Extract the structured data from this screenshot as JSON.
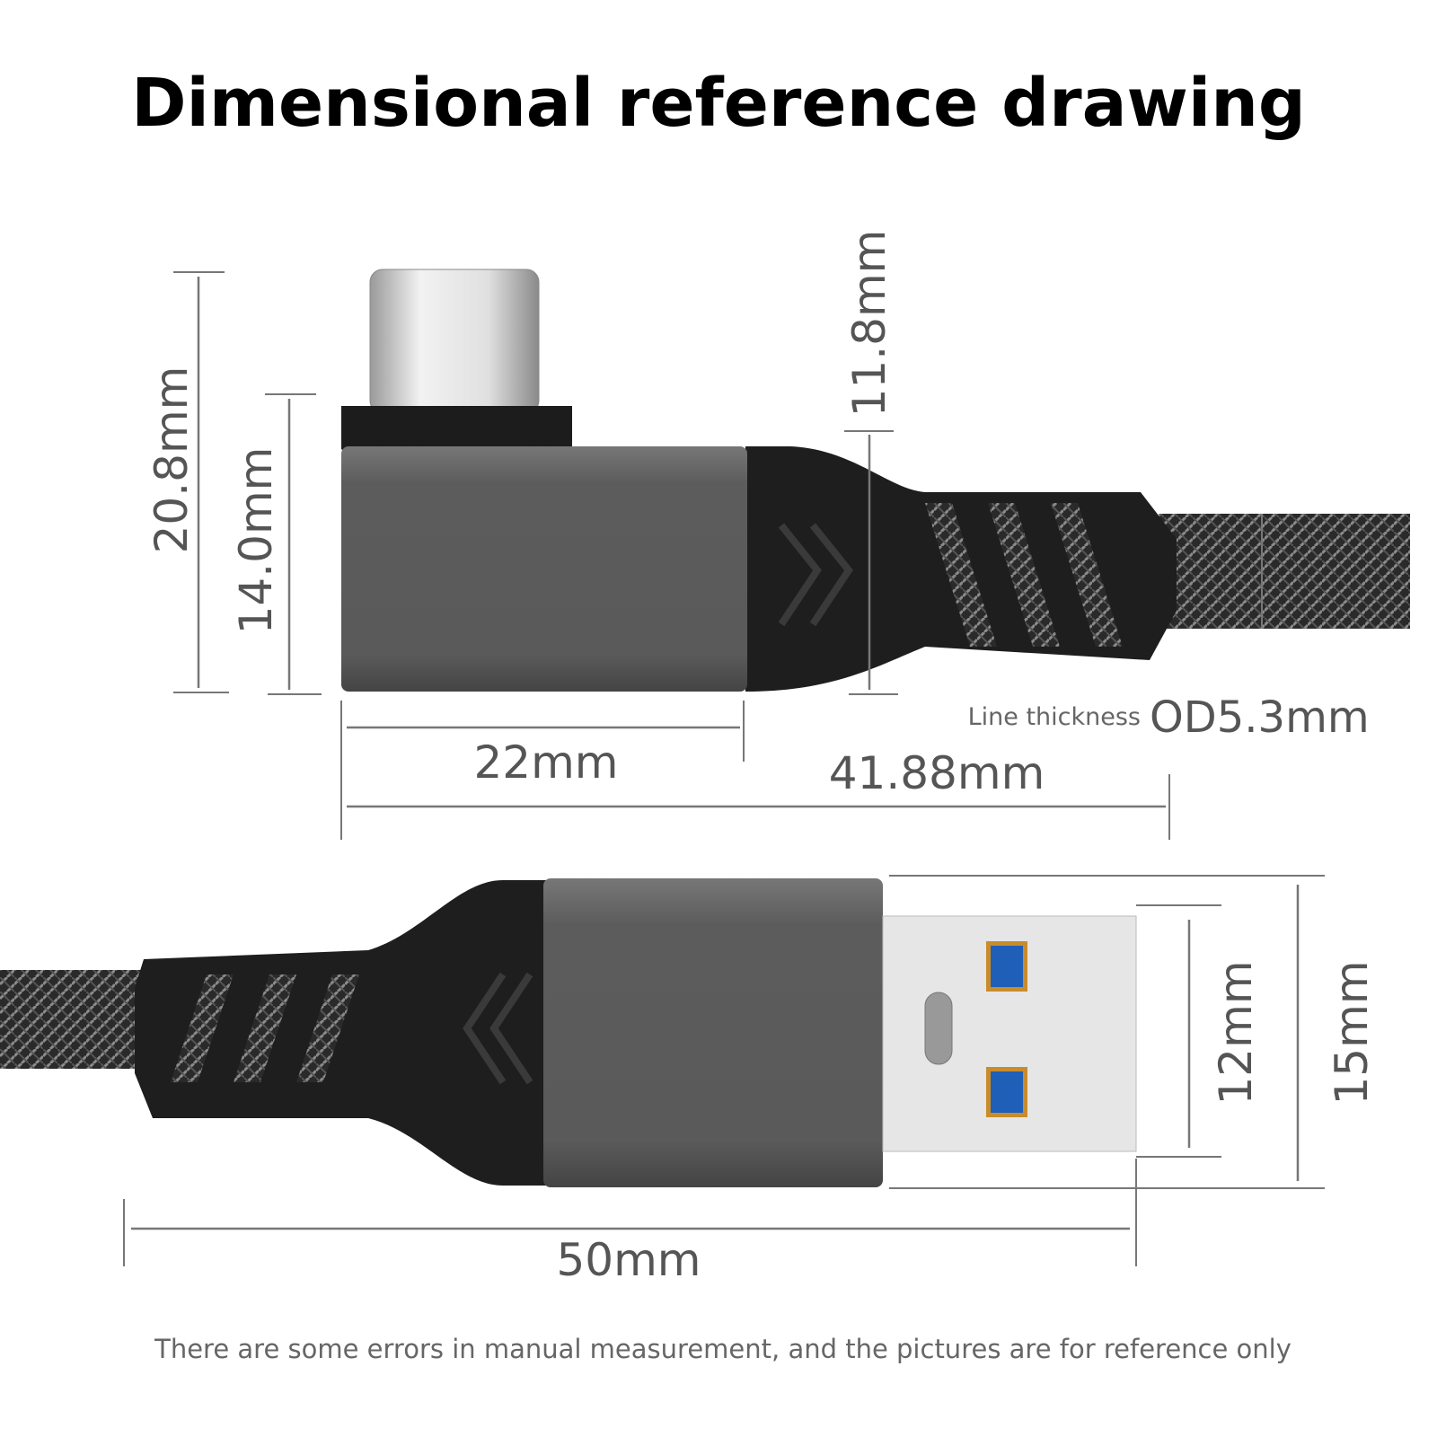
{
  "title": "Dimensional reference drawing",
  "type_c_connector": {
    "total_height": "20.8mm",
    "housing_height": "14.0mm",
    "relief_height": "11.8mm",
    "housing_length": "22mm",
    "total_length": "41.88mm",
    "line_thickness_label": "Line thickness",
    "line_thickness_value": "OD5.3mm"
  },
  "usb_a_connector": {
    "plug_height": "12mm",
    "housing_height": "15mm",
    "total_length": "50mm"
  },
  "footer_note": "There are some errors in manual measurement, and the pictures are for reference only",
  "colors": {
    "housing": "#5f5f5f",
    "relief": "#1e1e1e",
    "cable": "#3a3a3a",
    "plug": "#d6d6d6",
    "usb3_blue": "#1f5fb8"
  }
}
